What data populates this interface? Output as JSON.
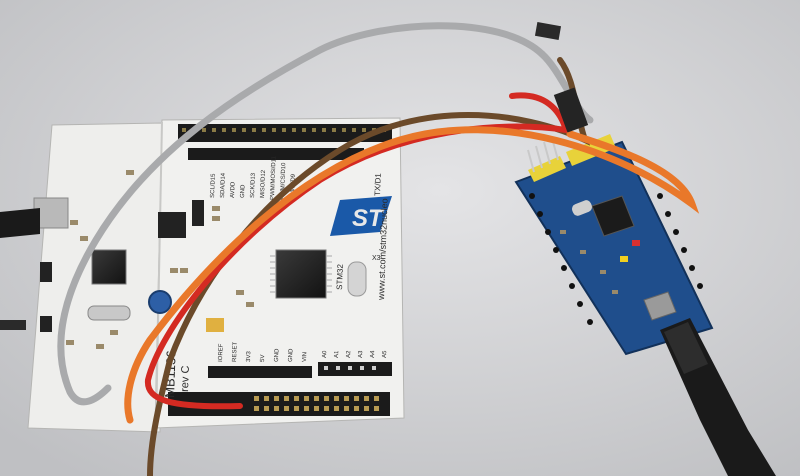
{
  "nucleo": {
    "st_logo_text": "ST",
    "board_id": "MB1136",
    "revision": "rev C",
    "url": "www.st.com/stm32nucleo",
    "power_labels": [
      "IOREF",
      "RESET",
      "3V3",
      "5V",
      "GND",
      "GND",
      "VIN"
    ],
    "analog_labels": [
      "A0",
      "A1",
      "A2",
      "A3",
      "A4",
      "A5"
    ],
    "digital_labels": [
      "SCL/D15",
      "SDA/D14",
      "AVDD",
      "GND",
      "SCK/D13",
      "MISO/D12",
      "PWM/MOSI/D11",
      "PWM/CS/D10",
      "PWM/D9"
    ],
    "serial_label": "TX/D1",
    "crystal_label": "X3",
    "chip_label": "STM32"
  },
  "colors": {
    "background": "#d9d9db",
    "nucleo_pcb": "#f1f1ef",
    "blue_pcb": "#1f4e8c",
    "header_black": "#1b1b1b",
    "wire_grey": "#a9aaac",
    "wire_orange": "#e9782a",
    "wire_red": "#d42a22",
    "wire_brown": "#6b4a2a",
    "yellow_header": "#e8d23a"
  }
}
